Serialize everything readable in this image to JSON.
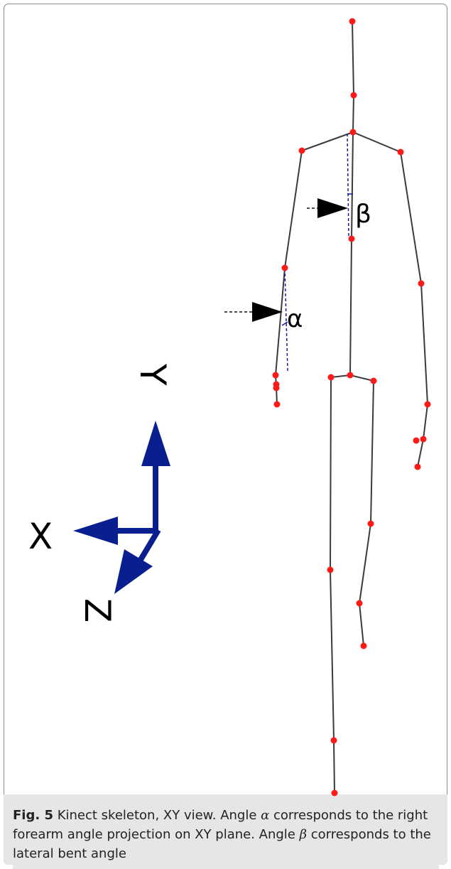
{
  "figure": {
    "skeleton_label_alpha": "α",
    "skeleton_label_beta": "β",
    "axis_label_x": "X",
    "axis_label_y": "Y",
    "axis_label_z": "Z"
  },
  "caption": {
    "label": "Fig. 5",
    "text_1": " Kinect skeleton, XY view. Angle ",
    "alpha": "α",
    "text_2": " corresponds to the right forearm angle projection on XY plane. Angle ",
    "beta": "β",
    "text_3": " corresponds to the lateral bent angle"
  },
  "colors": {
    "joint": "#ff1a1a",
    "bone": "#333333",
    "axis_arrow": "#0a1f8f",
    "angle_guide": "#1a1a9e"
  }
}
